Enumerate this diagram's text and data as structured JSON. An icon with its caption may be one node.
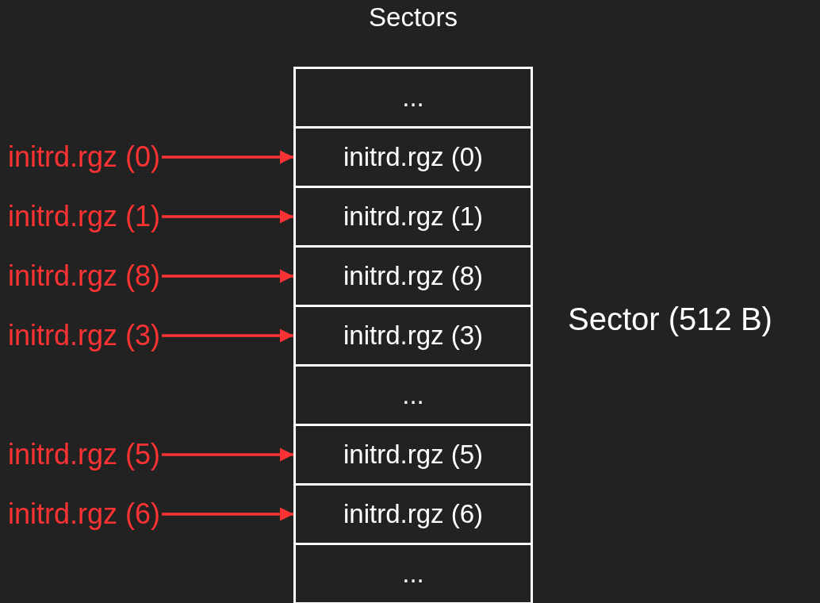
{
  "diagram": {
    "title": "Sectors",
    "nodes": [
      {
        "text": [
          "..."
        ]
      },
      {
        "text": [
          "initrd.rgz (0)"
        ]
      },
      {
        "text": [
          "initrd.rgz (0)"
        ]
      },
      {
        "text": [
          "initrd.rgz (1)"
        ]
      },
      {
        "text": [
          "initrd.rgz (1)"
        ]
      },
      {
        "text": [
          "initrd.rgz (8)"
        ]
      },
      {
        "text": [
          "initrd.rgz (8)"
        ]
      },
      {
        "text": [
          "initrd.rgz (3)"
        ]
      },
      {
        "text": [
          "initrd.rgz (3)"
        ]
      },
      {
        "text": [
          "..."
        ]
      },
      {
        "text": [
          "initrd.rgz (5)"
        ]
      },
      {
        "text": [
          "initrd.rgz (5)"
        ]
      },
      {
        "text": [
          "initrd.rgz (6)"
        ]
      },
      {
        "text": [
          "initrd.rgz (6)"
        ]
      },
      {
        "text": [
          "..."
        ]
      }
    ],
    "edges": [
      {
        "from": 1,
        "to": 2,
        "arrow": "to"
      },
      {
        "from": 3,
        "to": 4,
        "arrow": "to"
      },
      {
        "from": 5,
        "to": 6,
        "arrow": "to"
      },
      {
        "from": 7,
        "to": 8,
        "arrow": "to"
      },
      {
        "from": 10,
        "to": 11,
        "arrow": "to"
      },
      {
        "from": 12,
        "to": 13,
        "arrow": "to"
      }
    ],
    "labels": [
      "Sector (512 B)"
    ]
  }
}
